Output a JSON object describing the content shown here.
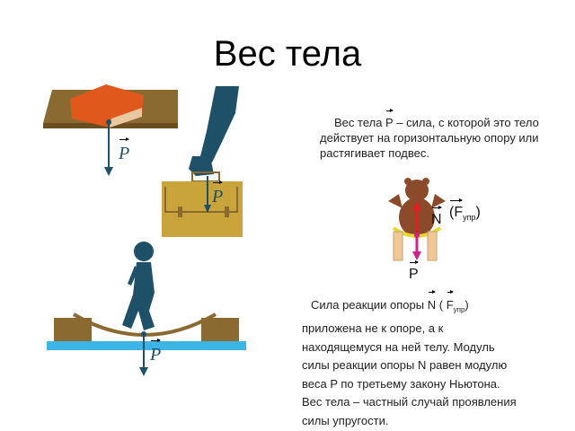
{
  "slide": {
    "title": "Вес тела",
    "definition": {
      "indent": " ",
      "prefix": "Вес тела ",
      "symbol": "P",
      "rest": " – сила, с которой это тело действует на горизонтальную опору или растягивает подвес."
    },
    "bear_figure": {
      "label_N": "N",
      "label_F": "(F",
      "label_F_sub": "упр",
      "label_F_close": ")",
      "label_P": "P"
    },
    "reaction": {
      "prefix": "Сила реакции опоры ",
      "symbol_N": "N",
      "mid": " ( ",
      "symbol_F": "F",
      "sub": "упр",
      "close": ")",
      "line2": "приложена не к опоре, а к",
      "line3": "находящемуся на ней телу. Модуль",
      "line4": "силы реакции опоры N равен модулю",
      "line5": "веса P по третьему закону Ньютона.",
      "line6": "Вес тела – частный случай проявления",
      "line7": "силы упругости."
    },
    "figures": {
      "book_label": "P",
      "bag_label": "P",
      "bridge_label": "P"
    },
    "colors": {
      "wood": "#8b6a32",
      "book": "#e0581c",
      "figure": "#1e5068",
      "bag": "#c9a43a",
      "water": "#3cb4e6",
      "arrow_red": "#e02020",
      "arrow_magenta": "#d0208a"
    }
  }
}
